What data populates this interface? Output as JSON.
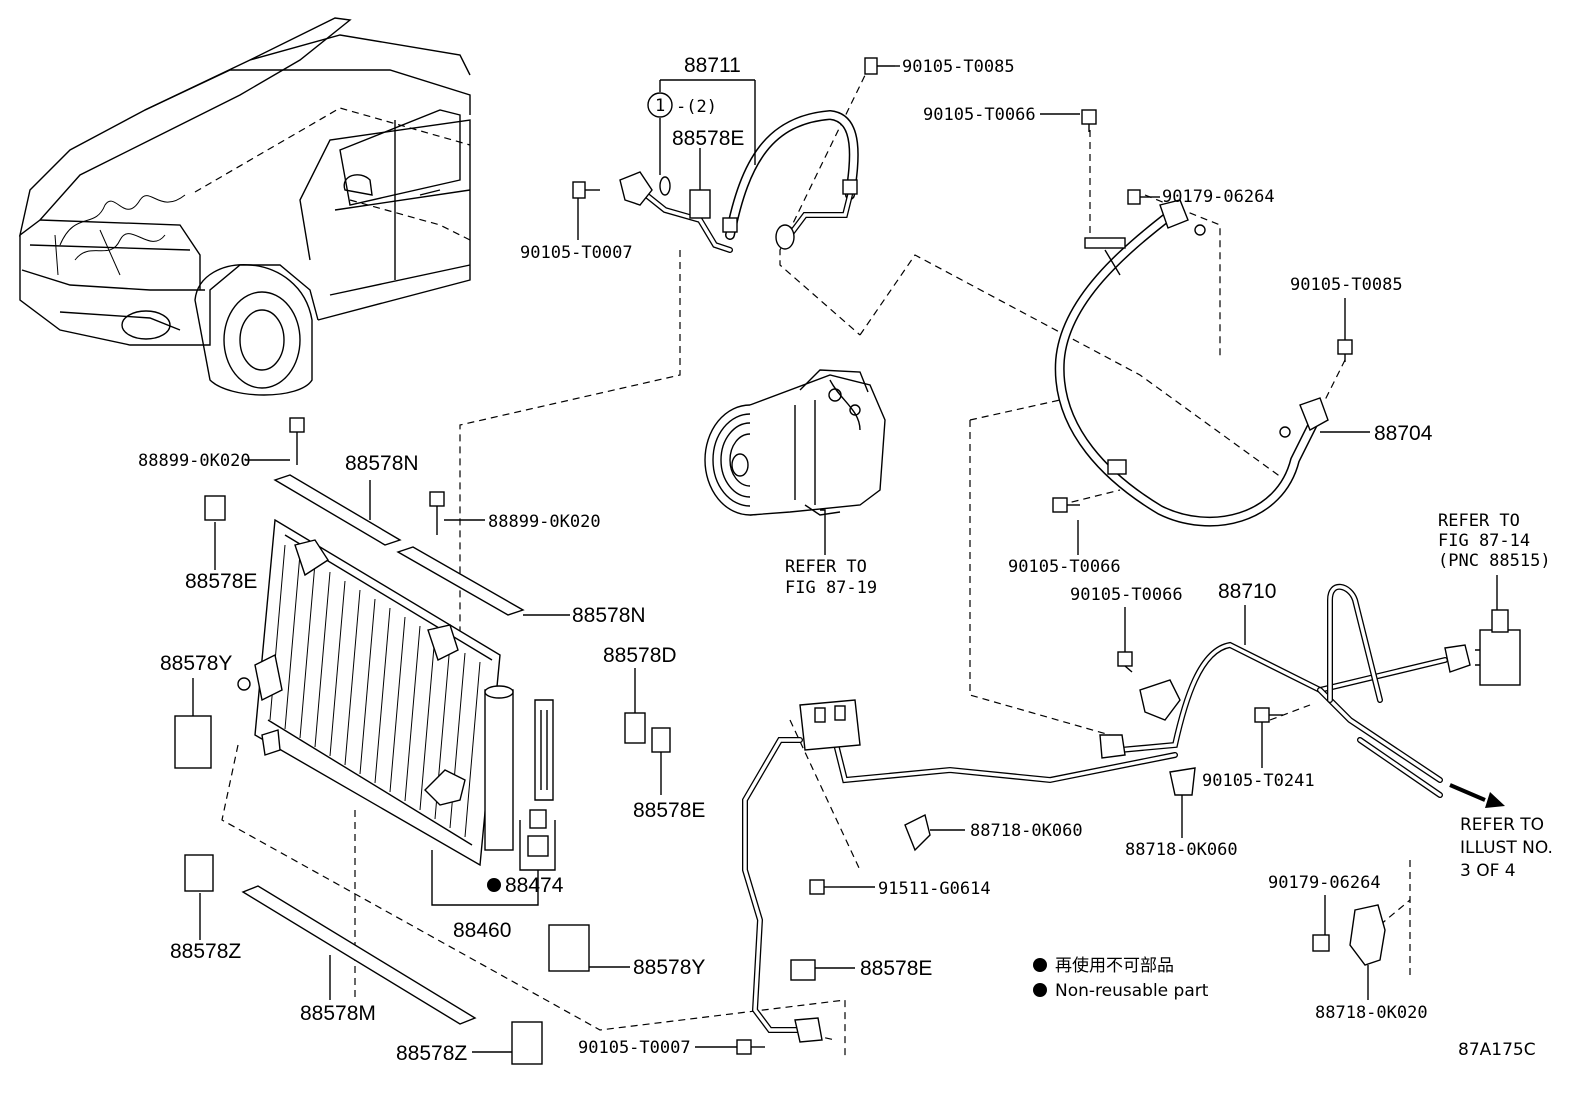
{
  "labels": {
    "p88711": "88711",
    "circle1": "1",
    "qty2": "-(2)",
    "p88578E_top": "88578E",
    "p90105T0085_top": "90105-T0085",
    "p90105T0066_top": "90105-T0066",
    "p90179_06264_top": "90179-06264",
    "p90105T0007_top": "90105-T0007",
    "p90105T0085_right": "90105-T0085",
    "p88704": "88704",
    "p88899_0K020_a": "88899-0K020",
    "p88578N_top": "88578N",
    "p88899_0K020_b": "88899-0K020",
    "p88578E_left": "88578E",
    "p88578N_mid": "88578N",
    "p88578Y_left": "88578Y",
    "p88578D": "88578D",
    "p88578E_mid": "88578E",
    "p88474": "88474",
    "p88460": "88460",
    "p88578Z_left": "88578Z",
    "p88578Y_bottom": "88578Y",
    "p88578M": "88578M",
    "p88578Z_bottom": "88578Z",
    "p88578E_bottom": "88578E",
    "p90105T0007_bottom": "90105-T0007",
    "p90105T0066_mid": "90105-T0066",
    "p90105T0066_lower": "90105-T0066",
    "p88710": "88710",
    "p90105T0241": "90105-T0241",
    "p88718_0K060_a": "88718-0K060",
    "p88718_0K060_b": "88718-0K060",
    "p91511_G0614": "91511-G0614",
    "p90179_06264_bottom": "90179-06264",
    "p88718_0K020": "88718-0K020"
  },
  "refs": {
    "compressor_l1": "REFER TO",
    "compressor_l2": "FIG 87-19",
    "valve_l1": "REFER TO",
    "valve_l2": "FIG 87-14",
    "valve_l3": "(PNC 88515)",
    "illust_l1": "REFER TO",
    "illust_l2": "ILLUST NO.",
    "illust_l3": "3 OF 4"
  },
  "legend": {
    "jp": "再使用不可部品",
    "en": "Non-reusable part"
  },
  "figure_id": "87A175C"
}
